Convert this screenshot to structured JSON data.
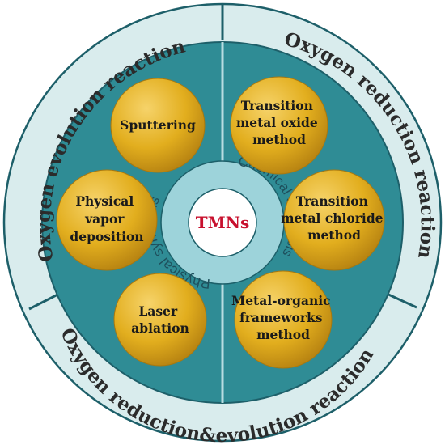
{
  "ring": {
    "top_left": "Oxygen evolution reaction",
    "right": "Oxygen reduction reaction",
    "bottom": "Oxygen reduction&evolution reaction"
  },
  "inner_ring": {
    "left": "Physical synthesis",
    "right": "Chemical synthesis"
  },
  "center": "TMNs",
  "methods_left": [
    {
      "lines": [
        "Sputtering"
      ]
    },
    {
      "lines": [
        "Physical",
        "vapor",
        "deposition"
      ]
    },
    {
      "lines": [
        "Laser",
        "ablation"
      ]
    }
  ],
  "methods_right": [
    {
      "lines": [
        "Transition",
        "metal oxide",
        "method"
      ]
    },
    {
      "lines": [
        "Transition",
        "metal chloride",
        "method"
      ]
    },
    {
      "lines": [
        "Metal-organic",
        "frameworks",
        "method"
      ]
    }
  ],
  "colors": {
    "outer_ring": "#d9eced",
    "teal": "#2f8c95",
    "gold": "#e2ae1e",
    "inner_ring": "#9dd3da"
  }
}
